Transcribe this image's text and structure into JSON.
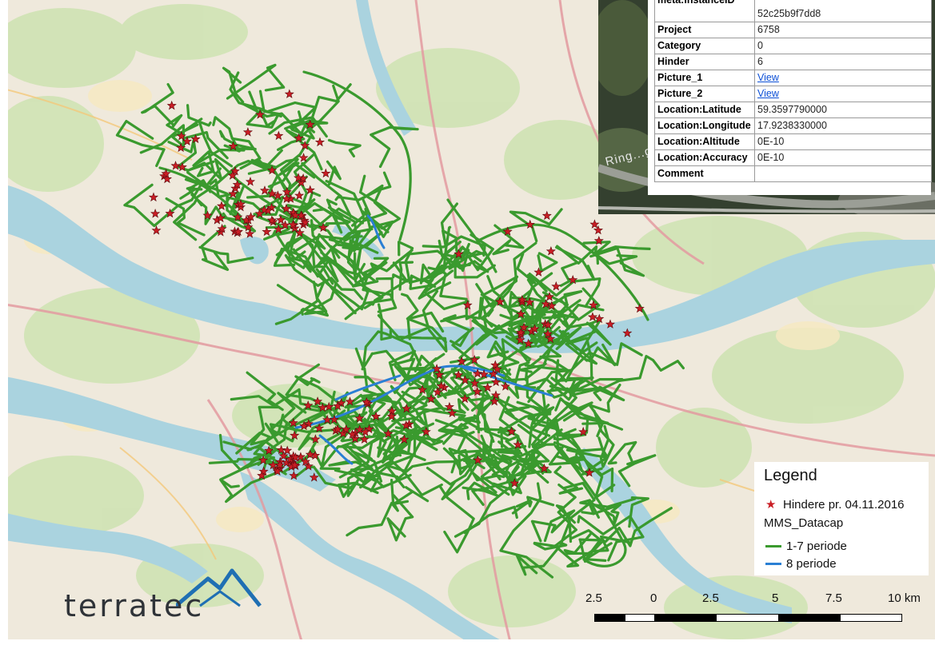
{
  "popup": {
    "rows": [
      {
        "key": "meta:instanceID",
        "value": "52c25b9f7dd8"
      },
      {
        "key": "Project",
        "value": "6758"
      },
      {
        "key": "Category",
        "value": "0"
      },
      {
        "key": "Hinder",
        "value": "6"
      },
      {
        "key": "Picture_1",
        "value": "View"
      },
      {
        "key": "Picture_2",
        "value": "View"
      },
      {
        "key": "Location:Latitude",
        "value": "59.3597790000"
      },
      {
        "key": "Location:Longitude",
        "value": "17.9238330000"
      },
      {
        "key": "Location:Altitude",
        "value": "0E-10"
      },
      {
        "key": "Location:Accuracy",
        "value": "0E-10"
      },
      {
        "key": "Comment",
        "value": ""
      }
    ],
    "road_label": "Ring...gan"
  },
  "legend": {
    "title": "Legend",
    "hindere_label": "Hindere pr. 04.11.2016",
    "group_label": "MMS_Datacap",
    "period_1_7_label": "1-7 periode",
    "period_8_label": "8 periode"
  },
  "scale": {
    "labels": [
      "2.5",
      "0",
      "2.5",
      "5",
      "7.5",
      "10 km"
    ]
  },
  "logo": {
    "text": "terratec"
  },
  "colors": {
    "route_green": "#3a9a2e",
    "route_blue": "#2a7fd4",
    "star_red": "#c91d24",
    "water": "#aad3df",
    "land": "#f1ede3",
    "forest": "#cfe3b4"
  },
  "icons": [
    "star-icon",
    "mountain-logo-icon"
  ]
}
